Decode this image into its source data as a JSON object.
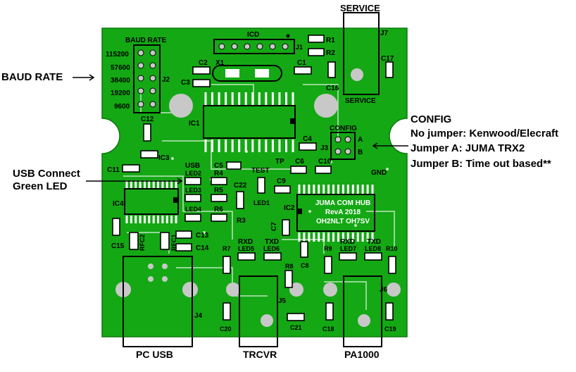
{
  "callouts": {
    "baud_rate": "BAUD RATE",
    "service_top": "SERVICE",
    "config_title": "CONFIG",
    "config_line1": "No jumper: Kenwood/Elecraft",
    "config_line2": "Jumper A: JUMA TRX2",
    "config_line3": "Jumper B: Time out based**",
    "usb_line1": "USB Connect",
    "usb_line2": "Green LED",
    "pc_usb": "PC USB",
    "trcvr": "TRCVR",
    "pa1000": "PA1000"
  },
  "board": {
    "color": "#14a814",
    "silkscreen": "#ffffff",
    "baud_header": "BAUD RATE",
    "baud_rates": [
      "115200",
      "57600",
      "38400",
      "19200",
      "9600"
    ],
    "icd_label": "ICD",
    "service_label": "SERVICE",
    "config_label": "CONFIG",
    "config_a": "A",
    "config_b": "B",
    "gnd_label": "GND",
    "test_label": "TEST",
    "tp_label": "TP",
    "usb_label": "USB",
    "rxd_label": "RXD",
    "txd_label": "TXD",
    "title_lines": [
      "JUMA COM HUB",
      "RevA 2018",
      "OH2NLT OH7SV"
    ],
    "refs": {
      "j1": "J1",
      "j2": "J2",
      "j3": "J3",
      "j4": "J4",
      "j5": "J5",
      "j6": "J6",
      "j7": "J7",
      "x1": "X1",
      "ic1": "IC1",
      "ic2": "IC2",
      "ic3": "IC3",
      "ic4": "IC4",
      "r1": "R1",
      "r2": "R2",
      "r3": "R3",
      "r4": "R4",
      "r5": "R5",
      "r6": "R6",
      "r7": "R7",
      "r8": "R8",
      "r9": "R9",
      "r10": "R10",
      "c1": "C1",
      "c2": "C2",
      "c3": "C3",
      "c4": "C4",
      "c5": "C5",
      "c6": "C6",
      "c7": "C7",
      "c8": "C8",
      "c9": "C9",
      "c10": "C10",
      "c11": "C11",
      "c12": "C12",
      "c13": "C13",
      "c14": "C14",
      "c15": "C15",
      "c16": "C16",
      "c17": "C17",
      "c18": "C18",
      "c19": "C19",
      "c20": "C20",
      "c21": "C21",
      "c22": "C22",
      "led1": "LED1",
      "led2": "LED2",
      "led3": "LED3",
      "led4": "LED4",
      "led5": "LED5",
      "led6": "LED6",
      "led7": "LED7",
      "led8": "LED8",
      "rfc1": "RFC1",
      "rfc2": "RFC2"
    }
  }
}
